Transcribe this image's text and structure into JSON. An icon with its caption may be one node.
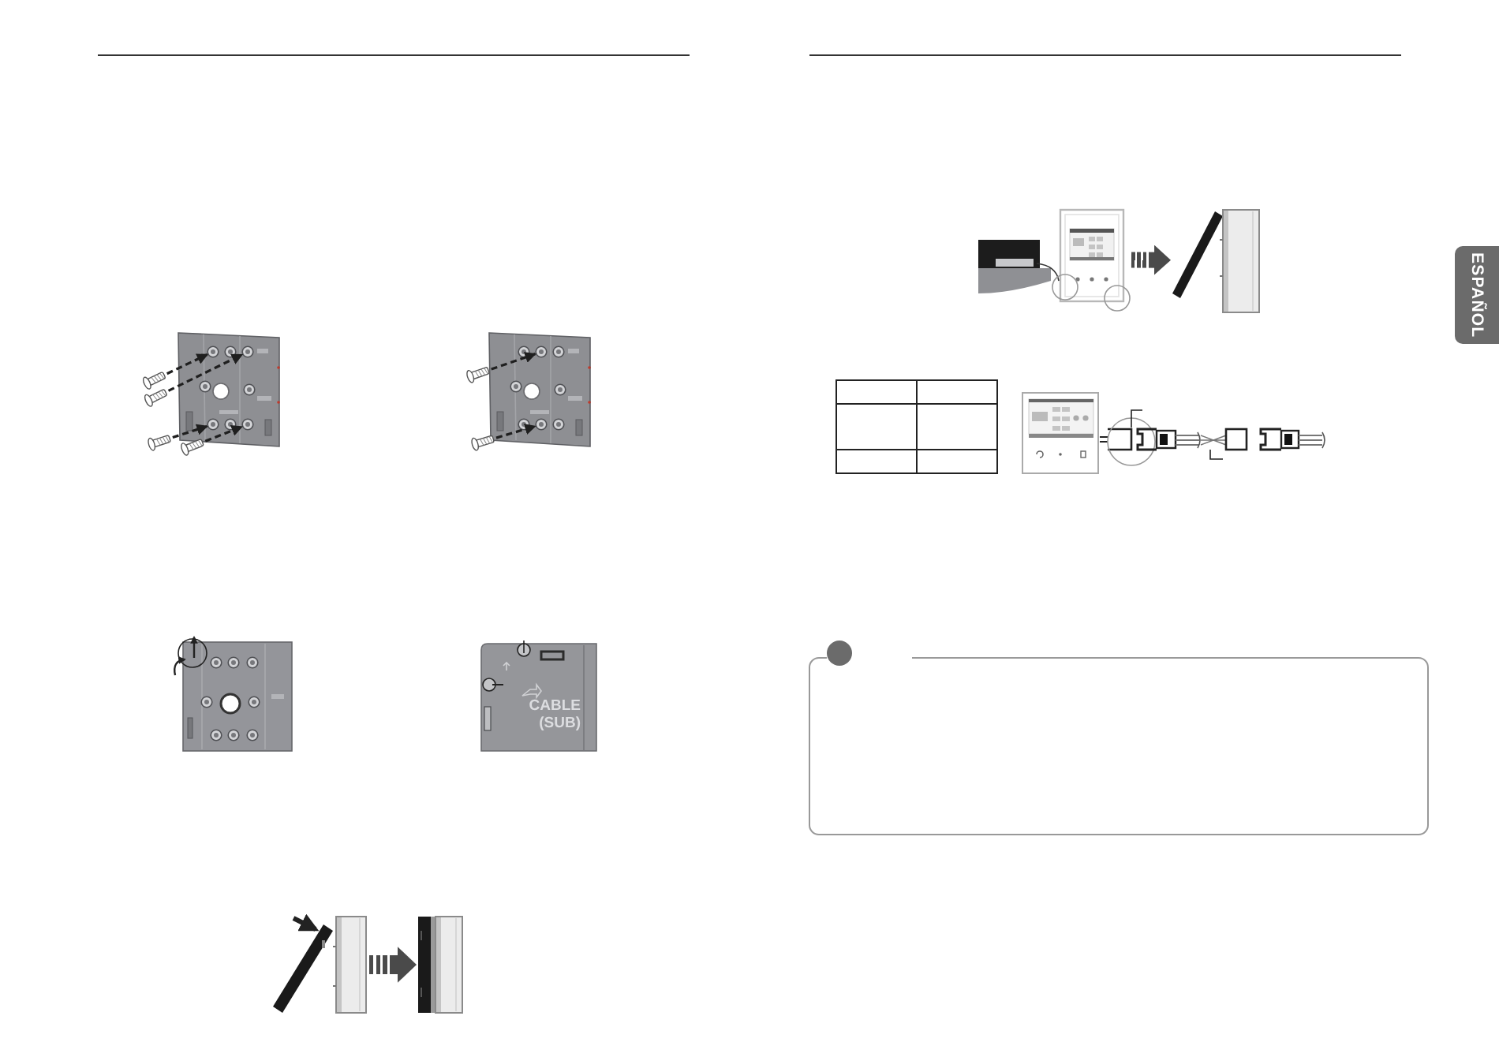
{
  "diagram": {
    "nodes": [
      {
        "text": [],
        "shape": "picture"
      },
      {
        "text": [],
        "shape": "picture"
      },
      {
        "text": [],
        "shape": "picture"
      },
      {
        "text": [],
        "shape": "picture"
      },
      {
        "text": [
          "ESPAÑOL"
        ]
      }
    ],
    "edges": [
      {
        "from": 0,
        "to": 1,
        "arrow": "to",
        "style": "thick"
      },
      {
        "from": 2,
        "to": 3,
        "arrow": "to",
        "style": "thick"
      }
    ],
    "labels": [
      "CABLE (SUB)"
    ]
  }
}
